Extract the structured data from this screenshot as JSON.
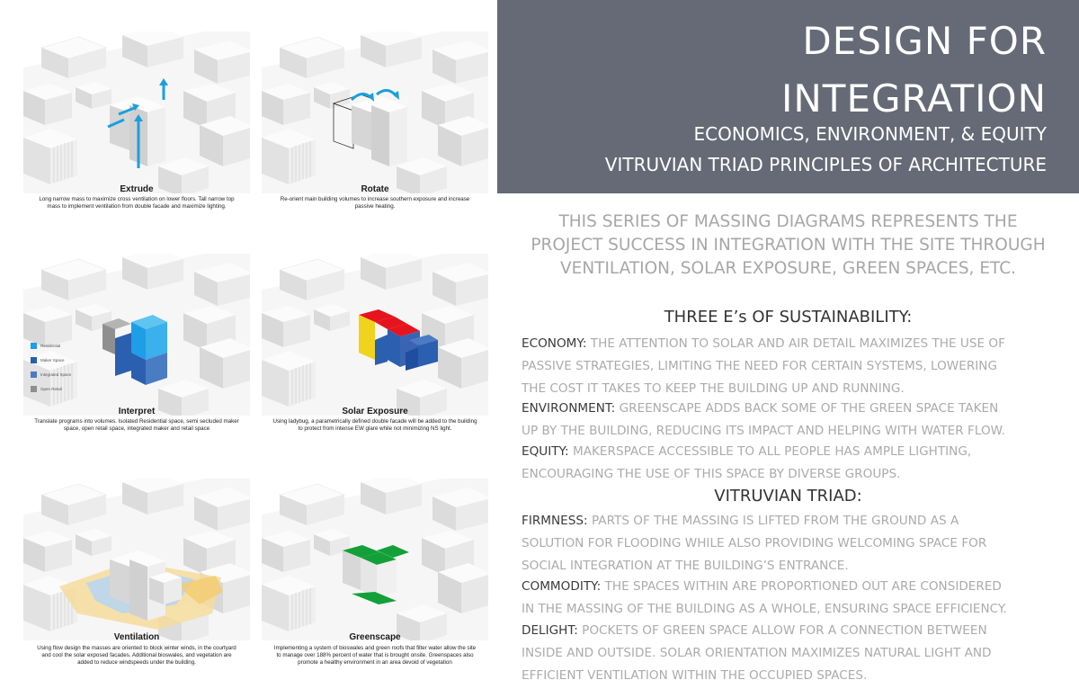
{
  "header": {
    "title_line1": "DESIGN FOR",
    "title_line2": "INTEGRATION",
    "subtitle_line1": "ECONOMICS, ENVIRONMENT, & EQUITY",
    "subtitle_line2": "VITRUVIAN TRIAD PRINCIPLES OF ARCHITECTURE"
  },
  "intro": {
    "lines": [
      "THIS SERIES OF MASSING DIAGRAMS REPRESENTS THE",
      "PROJECT SUCCESS IN INTEGRATION WITH THE SITE THROUGH",
      "VENTILATION, SOLAR EXPOSURE, GREEN SPACES, ETC."
    ]
  },
  "sustainability": {
    "heading": "THREE E’s OF SUSTAINABILITY:",
    "economy": {
      "label": "ECONOMY:",
      "lines": [
        "THE ATTENTION TO SOLAR AND AIR DETAIL MAXIMIZES THE USE OF",
        "PASSIVE STRATEGIES, LIMITING THE NEED FOR CERTAIN SYSTEMS, LOWERING",
        "THE COST IT TAKES TO KEEP THE BUILDING UP AND RUNNING."
      ]
    },
    "environment": {
      "label": "ENVIRONMENT:",
      "lines": [
        "GREENSCAPE ADDS BACK SOME OF THE GREEN SPACE TAKEN",
        "UP BY THE BUILDING, REDUCING ITS IMPACT AND HELPING WITH WATER FLOW."
      ]
    },
    "equity": {
      "label": "EQUITY:",
      "lines": [
        "MAKERSPACE ACCESSIBLE TO ALL PEOPLE HAS AMPLE LIGHTING,",
        "ENCOURAGING THE USE OF THIS SPACE BY DIVERSE GROUPS."
      ]
    }
  },
  "triad": {
    "heading": "VITRUVIAN TRIAD:",
    "firmness": {
      "label": "FIRMNESS:",
      "lines": [
        "PARTS OF THE MASSING IS LIFTED FROM THE GROUND AS A",
        "SOLUTION FOR FLOODING WHILE ALSO PROVIDING WELCOMING SPACE FOR",
        "SOCIAL INTEGRATION AT THE BUILDING’S ENTRANCE."
      ]
    },
    "commodity": {
      "label": "COMMODITY:",
      "lines": [
        "THE SPACES WITHIN ARE PROPORTIONED OUT ARE CONSIDERED",
        "IN THE MASSING OF THE BUILDING AS A WHOLE, ENSURING SPACE EFFICIENCY."
      ]
    },
    "delight": {
      "label": "DELIGHT:",
      "lines": [
        "POCKETS OF GREEN SPACE ALLOW FOR A CONNECTION BETWEEN",
        "INSIDE AND OUTSIDE. SOLAR ORIENTATION MAXIMIZES NATURAL LIGHT AND",
        "EFFICIENT VENTILATION WITHIN THE OCCUPIED SPACES."
      ]
    }
  },
  "diagrams": {
    "extrude": {
      "title": "Extrude",
      "lines": [
        "Long narrow mass to maximize cross ventilation on lower floors. Tall narrow top",
        "mass to implement ventilation from double facade and maximize lighting."
      ]
    },
    "rotate": {
      "title": "Rotate",
      "lines": [
        "Re-orient main building volumes to increase southern exposure and increase",
        "passive heating."
      ]
    },
    "interpret": {
      "title": "Interpret",
      "lines": [
        "Translate programs into volumes. Isolated Residential space, semi secluded maker",
        "space, open retail space, integrated maker and retail space"
      ],
      "legend": [
        "Residential",
        "Maker Space",
        "Integrated Space",
        "Open Retail"
      ]
    },
    "solar": {
      "title": "Solar Exposure",
      "lines": [
        "Using ladybug, a parametrically defined double facade will be added to the building",
        "to protect from intense EW glare while not minimizing NS light."
      ]
    },
    "ventilation": {
      "title": "Ventilation",
      "lines": [
        "Using flow design the masses are oriented to block winter winds, in the courtyard",
        "and cool the solar exposed facades. Additional bioswales, and vegetation are",
        "added to reduce windspeeds under the building."
      ]
    },
    "greenscape": {
      "title": "Greenscape",
      "lines": [
        "Implementing a system of bioswales and green roofs that filter water allow the site",
        "to manage over 188% percent of water that is brought onsite. Greenspaces also",
        "promote a healthy environment in an area devoid of vegetation"
      ]
    }
  },
  "colors": {
    "header_bg": "#656a76",
    "body_text": "#ababab",
    "label_text": "#3a3a3a",
    "arrow_blue": "#1aa0dc",
    "residential": "#1e9ee6",
    "maker": "#2b5faf",
    "integrated": "#4a7cc4",
    "retail": "#8f8f8f",
    "solar_red": "#e5141e",
    "solar_yellow": "#f1d21c",
    "green_roof": "#13a038"
  }
}
